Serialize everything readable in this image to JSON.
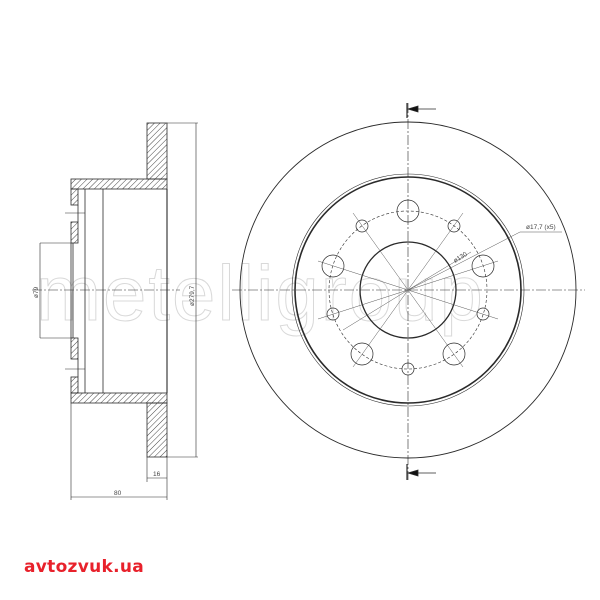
{
  "watermark": {
    "text": "metelligroup",
    "color": "#d9d9d9"
  },
  "site_logo": {
    "text": "avtozvuk.ua",
    "color": "#e8212b"
  },
  "side_view": {
    "dimensions": {
      "hub_bore": "ø79",
      "outer_diameter": "ø279,7",
      "thickness": "16",
      "overall_height": "80"
    }
  },
  "front_view": {
    "dimensions": {
      "bolt_circle": "ø130",
      "bolt_holes": "ø17,7 (x5)"
    },
    "bolt_hole_count": 5
  },
  "colors": {
    "line": "#2a2a2a",
    "thin_line": "#555555",
    "hatch": "#333333",
    "background": "#ffffff"
  }
}
